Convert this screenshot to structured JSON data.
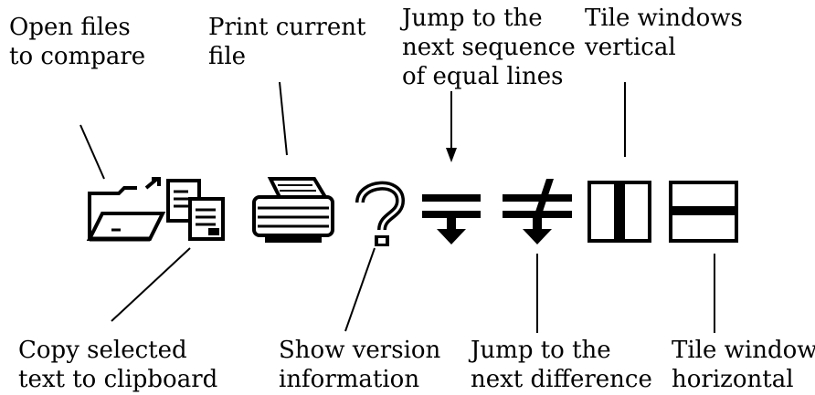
{
  "colors": {
    "background": "#ffffff",
    "ink": "#000000"
  },
  "toolbar": {
    "buttons": [
      {
        "icon": "open-folder-icon"
      },
      {
        "icon": "copy-icon"
      },
      {
        "icon": "printer-icon"
      },
      {
        "icon": "question-mark-icon"
      },
      {
        "icon": "jump-equal-icon"
      },
      {
        "icon": "jump-difference-icon"
      },
      {
        "icon": "tile-vertical-icon"
      },
      {
        "icon": "tile-horizontal-icon"
      }
    ]
  },
  "callouts": {
    "open_files": {
      "line1": "Open files",
      "line2": "to compare"
    },
    "print": {
      "line1": "Print current",
      "line2": "file"
    },
    "jump_equal": {
      "line1": "Jump to the",
      "line2": "next sequence",
      "line3": "of equal lines"
    },
    "tile_vertical": {
      "line1": "Tile windows",
      "line2": "vertical"
    },
    "copy": {
      "line1": "Copy selected",
      "line2": "text to clipboard"
    },
    "version": {
      "line1": "Show version",
      "line2": "information"
    },
    "jump_diff": {
      "line1": "Jump to the",
      "line2": "next difference"
    },
    "tile_horizontal": {
      "line1": "Tile windows",
      "line2": "horizontal"
    }
  }
}
